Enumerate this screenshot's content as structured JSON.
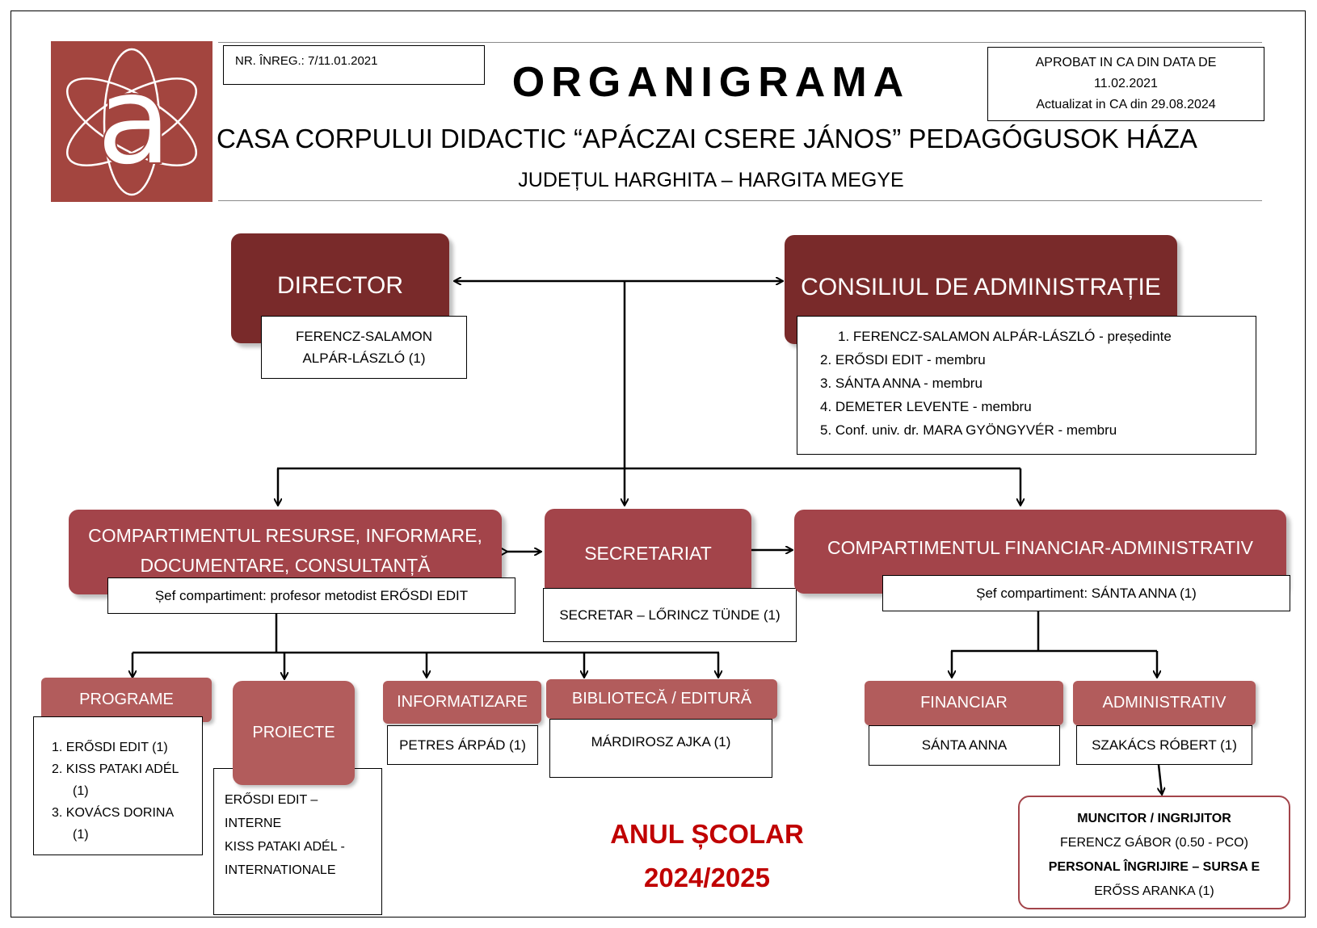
{
  "header": {
    "logo_letter": "a",
    "registration": "NR. ÎNREG.: 7/11.01.2021",
    "title": "ORGANIGRAMA",
    "approved_line1": "APROBAT IN CA DIN DATA DE",
    "approved_line2": "11.02.2021",
    "approved_line3": "Actualizat in CA din 29.08.2024",
    "institution": "CASA CORPULUI DIDACTIC “APÁCZAI CSERE JÁNOS” PEDAGÓGUSOK HÁZA",
    "county": "JUDEȚUL HARGHITA – HARGITA MEGYE"
  },
  "director": {
    "title": "DIRECTOR",
    "name_line1": "FERENCZ-SALAMON",
    "name_line2": "ALPÁR-LÁSZLÓ (1)"
  },
  "council": {
    "title": "CONSILIUL DE ADMINISTRAȚIE",
    "members": [
      "1.   FERENCZ-SALAMON ALPÁR-LÁSZLÓ - președinte",
      "2.   ERŐSDI EDIT - membru",
      "3.   SÁNTA ANNA - membru",
      "4.   DEMETER LEVENTE - membru",
      "5.   Conf. univ. dr. MARA GYÖNGYVÉR - membru"
    ]
  },
  "resources_dept": {
    "title_line1": "COMPARTIMENTUL RESURSE, INFORMARE,",
    "title_line2": "DOCUMENTARE, CONSULTANȚĂ",
    "head": "Șef compartiment: profesor metodist ERŐSDI EDIT"
  },
  "secretariat": {
    "title": "SECRETARIAT",
    "staff": "SECRETAR – LŐRINCZ TÜNDE (1)"
  },
  "finance_dept": {
    "title": "COMPARTIMENTUL FINANCIAR-ADMINISTRATIV",
    "head": "Șef compartiment: SÁNTA ANNA (1)"
  },
  "units": {
    "programe": {
      "title": "PROGRAME",
      "items": [
        "1.  ERŐSDI EDIT (1)",
        "2.  KISS PATAKI ADÉL",
        "(1)",
        "3.  KOVÁCS DORINA",
        "(1)"
      ]
    },
    "proiecte": {
      "title": "PROIECTE",
      "items": [
        "ERŐSDI EDIT –",
        "INTERNE",
        "KISS PATAKI ADÉL -",
        "INTERNATIONALE"
      ]
    },
    "informatizare": {
      "title": "INFORMATIZARE",
      "staff": "PETRES ÁRPÁD (1)"
    },
    "biblioteca": {
      "title": "BIBLIOTECĂ / EDITURĂ",
      "staff": "MÁRDIROSZ AJKA (1)"
    },
    "financiar": {
      "title": "FINANCIAR",
      "staff": "SÁNTA ANNA"
    },
    "administrativ": {
      "title": "ADMINISTRATIV",
      "staff": "SZAKÁCS RÓBERT (1)"
    }
  },
  "maintenance": {
    "line1": "MUNCITOR / INGRIJITOR",
    "line2": "FERENCZ GÁBOR (0.50 - PCO)",
    "line3": "PERSONAL ÎNGRIJIRE – SURSA E",
    "line4": "ERŐSS ARANKA (1)"
  },
  "school_year": {
    "line1": "ANUL ȘCOLAR",
    "line2": "2024/2025"
  },
  "colors": {
    "dark_red": "#792a2a",
    "medium_red": "#a3444a",
    "light_red": "#b25c5c",
    "logo_red": "#a3453f",
    "accent_red": "#c00000"
  }
}
